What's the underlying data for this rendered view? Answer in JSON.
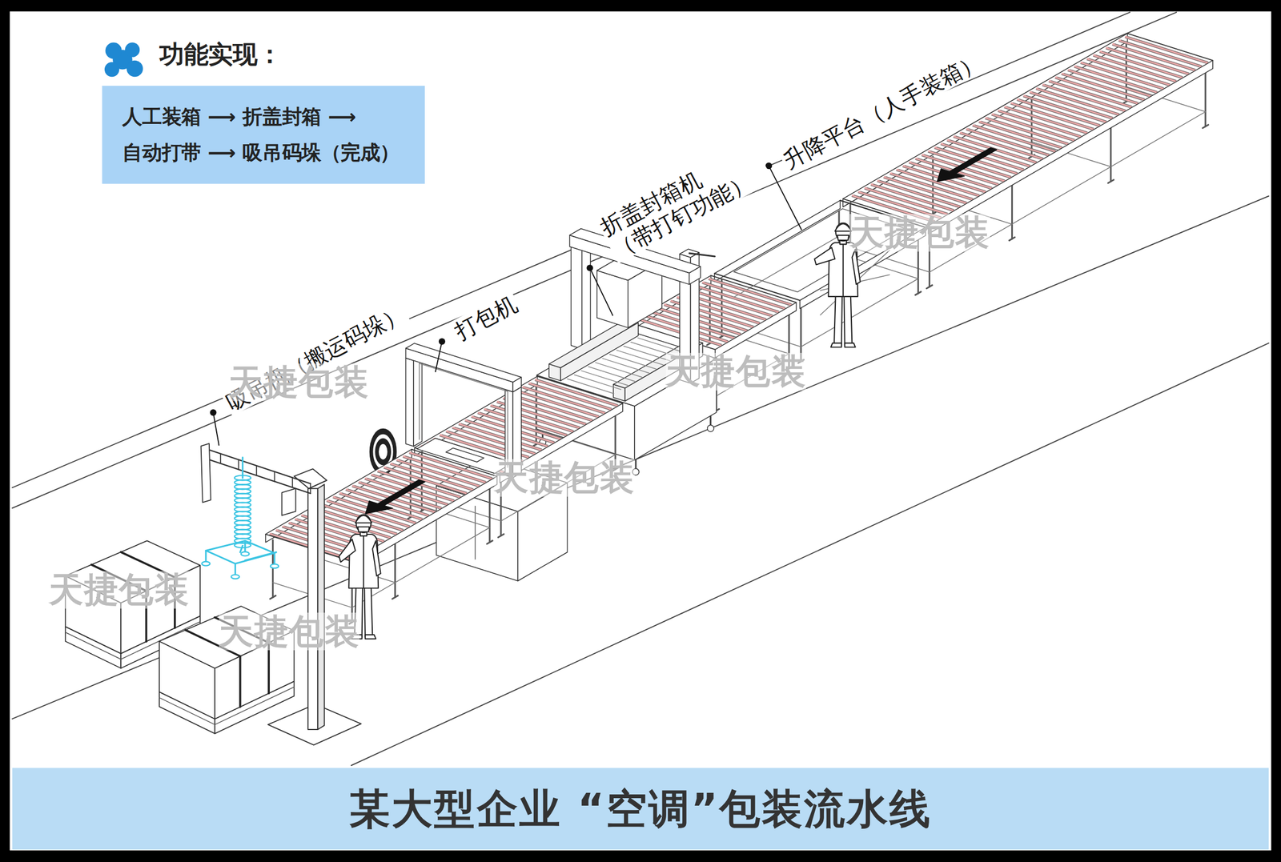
{
  "diagram": {
    "title": "某大型企业 “空调”包装流水线",
    "nodes": [
      {
        "text": [
          "功能实现：",
          "人工装箱 ⟶ 折盖封箱 ⟶ 自动打带 ⟶ 吸吊码垛（完成）"
        ]
      }
    ],
    "labels": [
      "升降平台（人手装箱）",
      "折盖封箱机 （带打钉功能）",
      "打包机",
      "吸吊机（搬运码垛）",
      "天捷包装",
      "天捷包装",
      "天捷包装",
      "天捷包装",
      "天捷包装",
      "天捷包装"
    ]
  }
}
